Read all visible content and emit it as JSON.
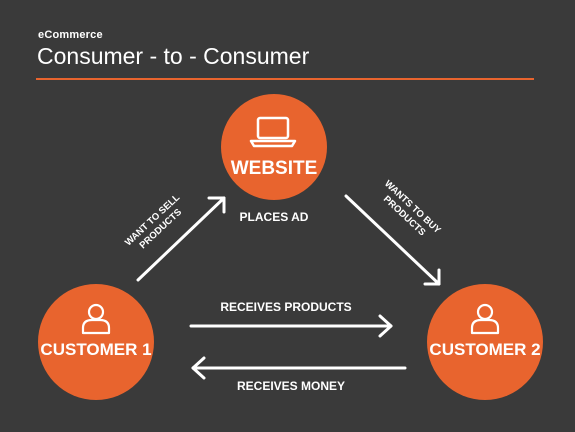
{
  "header": {
    "eyebrow": "eCommerce",
    "title": "Consumer - to - Consumer"
  },
  "nodes": {
    "website": "WEBSITE",
    "customer1": "CUSTOMER 1",
    "customer2": "CUSTOMER 2"
  },
  "labels": {
    "places_ad": "PLACES AD",
    "want_to_sell_line1": "WANT TO SELL",
    "want_to_sell_line2": "PRODUCTS",
    "wants_to_buy_line1": "WANTS TO BUY",
    "wants_to_buy_line2": "PRODUCTS",
    "receives_products": "RECEIVES PRODUCTS",
    "receives_money": "RECEIVES MONEY"
  },
  "icons": {
    "website": "laptop-icon",
    "customer": "user-icon"
  },
  "colors": {
    "background": "#3a3a3a",
    "accent": "#e8642e",
    "text": "#ffffff"
  }
}
